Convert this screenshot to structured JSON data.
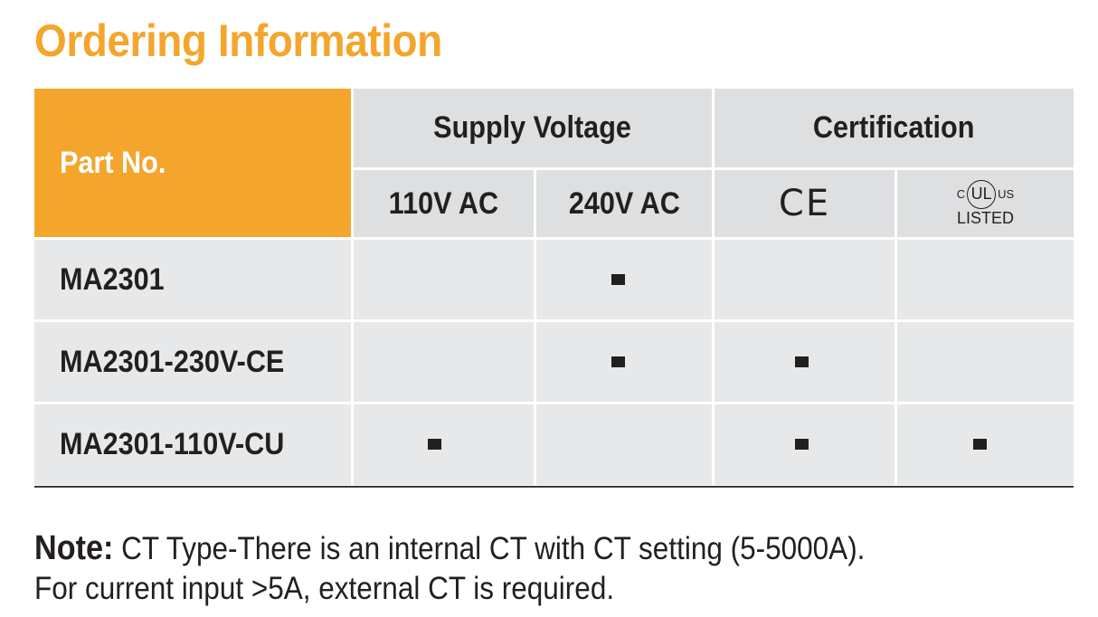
{
  "title": "Ordering Information",
  "table": {
    "part_header": "Part No.",
    "groups": {
      "supply": "Supply Voltage",
      "cert": "Certification"
    },
    "columns": {
      "v110": "110V AC",
      "v240": "240V AC",
      "ce": "CE",
      "ul": {
        "c": "C",
        "mark": "UL",
        "us": "US",
        "listed": "LISTED"
      }
    },
    "rows": [
      {
        "part": "MA2301",
        "v110": false,
        "v240": true,
        "ce": false,
        "ul": false
      },
      {
        "part": "MA2301-230V-CE",
        "v110": false,
        "v240": true,
        "ce": true,
        "ul": false
      },
      {
        "part": "MA2301-110V-CU",
        "v110": true,
        "v240": false,
        "ce": true,
        "ul": true
      }
    ]
  },
  "note": {
    "label": "Note:",
    "line1": "CT Type-There is an internal CT with CT setting (5-5000A).",
    "line2": "For current input >5A, external CT is required."
  },
  "colors": {
    "accent": "#f4a52c",
    "cell": "#e7e8e9",
    "text": "#231f20"
  }
}
